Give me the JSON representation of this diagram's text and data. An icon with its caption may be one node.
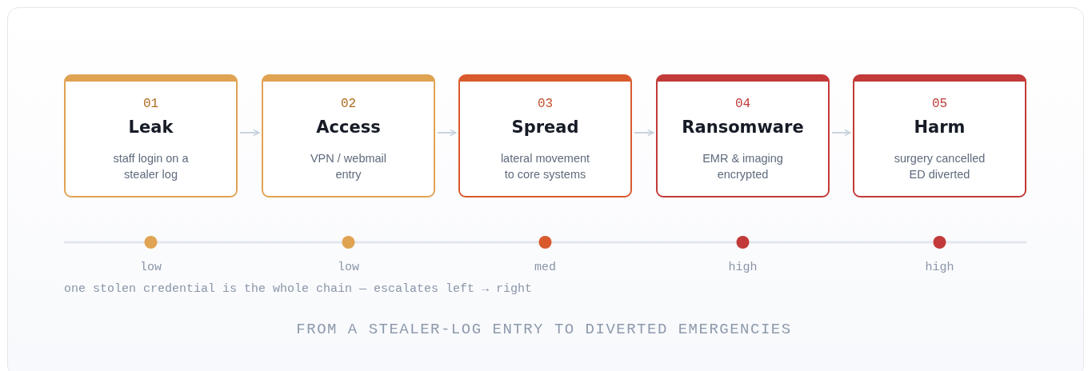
{
  "diagram": {
    "caption": "FROM A STEALER-LOG ENTRY TO DIVERTED EMERGENCIES",
    "nodes": [
      {
        "text": [
          "01",
          "Leak",
          "staff login on a stealer log"
        ]
      },
      {
        "text": [
          "02",
          "Access",
          "VPN / webmail entry"
        ]
      },
      {
        "text": [
          "03",
          "Spread",
          "lateral movement to core systems"
        ]
      },
      {
        "text": [
          "04",
          "Ransomware",
          "EMR & imaging encrypted"
        ]
      },
      {
        "text": [
          "05",
          "Harm",
          "surgery cancelled ED diverted"
        ]
      }
    ],
    "edges": [
      {
        "from": 0,
        "to": 1,
        "arrow": "to"
      },
      {
        "from": 1,
        "to": 2,
        "arrow": "to"
      },
      {
        "from": 2,
        "to": 3,
        "arrow": "to"
      },
      {
        "from": 3,
        "to": 4,
        "arrow": "to"
      }
    ],
    "labels": [
      "low",
      "low",
      "med",
      "high",
      "high",
      "one stolen credential is the whole chain — escalates left → right"
    ]
  }
}
